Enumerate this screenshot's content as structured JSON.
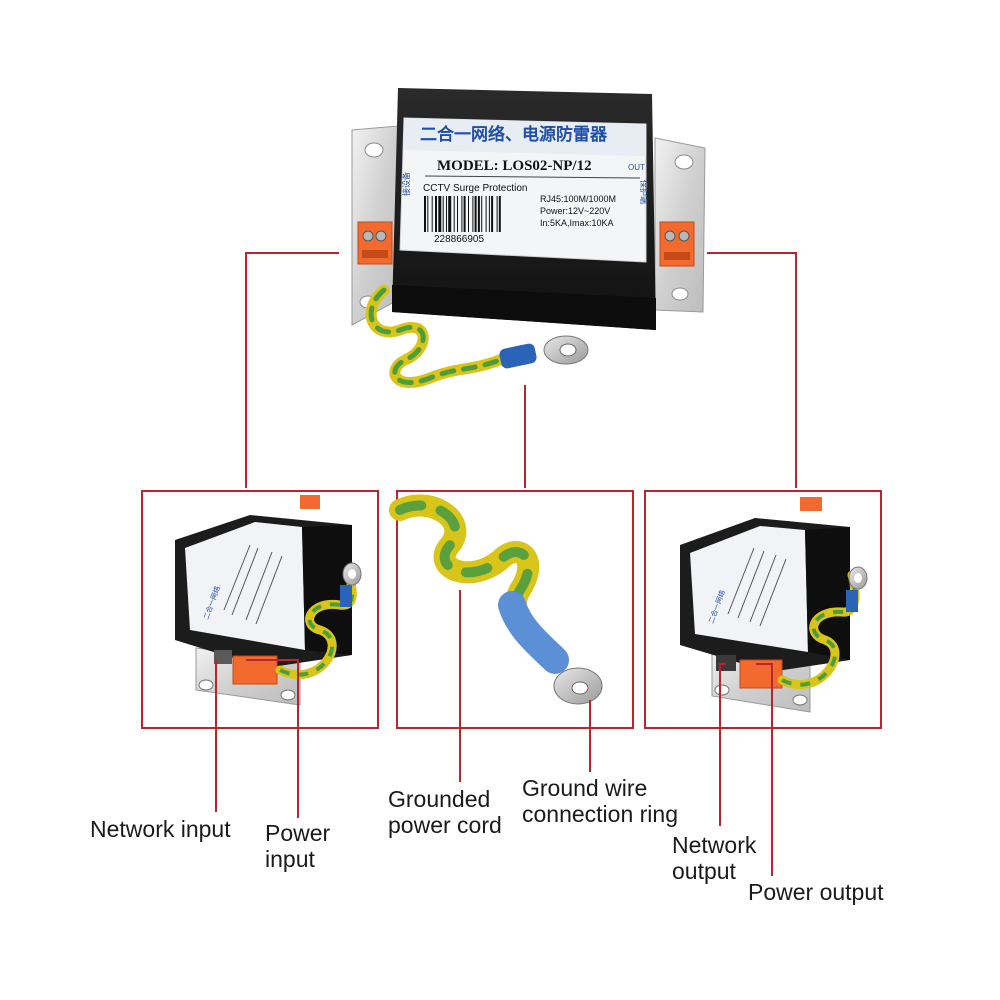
{
  "device": {
    "title_cn": "二合一网络、电源防雷器",
    "model": "MODEL: LOS02-NP/12",
    "subtitle": "CCTV Surge Protection",
    "spec_rj45": "RJ45:100M/1000M",
    "spec_power": "Power:12V~220V",
    "spec_current": "In:5KA,Imax:10KA",
    "serial": "228866905",
    "side_in": "接设备",
    "side_out": "保护端",
    "side_out_tag": "OUT"
  },
  "labels": {
    "network_input": "Network input",
    "power_input": "Power\ninput",
    "grounded_cord": "Grounded\npower cord",
    "ground_ring": "Ground wire\nconnection ring",
    "network_output": "Network\noutput",
    "power_output": "Power output"
  },
  "colors": {
    "callout_line": "#b8252c",
    "device_black": "#1c1c1c",
    "terminal_orange": "#f26a2e",
    "wire_yellow": "#d9c41a",
    "wire_green": "#4f9c3a",
    "lug_blue": "#2a63b8"
  }
}
